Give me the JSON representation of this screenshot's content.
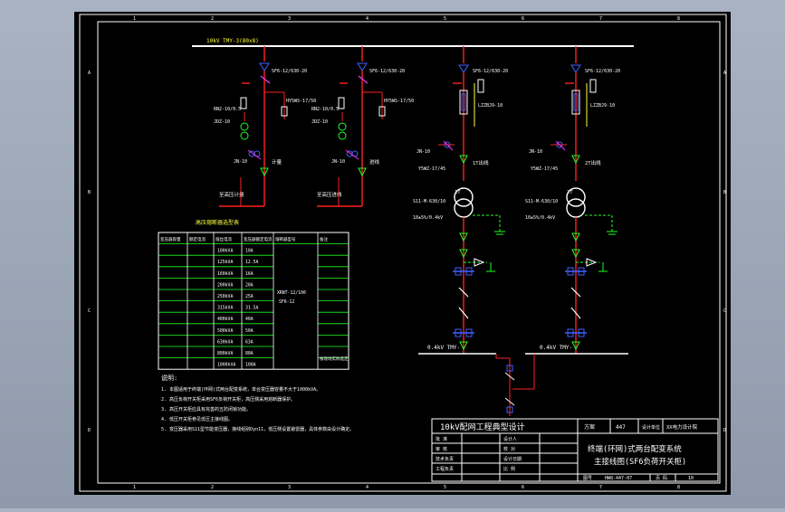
{
  "drawing": {
    "colors": {
      "background": "#000000",
      "frame": "#ffffff",
      "red": "#ff2020",
      "green": "#20ff20",
      "blue": "#4060ff",
      "magenta": "#ff30ff",
      "yellow": "#ffff40",
      "cyan": "#40ffff"
    },
    "zone_letters": [
      "A",
      "B",
      "C",
      "D"
    ],
    "zone_numbers": [
      "1",
      "2",
      "3",
      "4",
      "5",
      "6",
      "7",
      "8"
    ],
    "busbar_label": "10kV TMY-3(80x8)",
    "feeders": [
      {
        "switch_label": "SF6-12/630-20",
        "arrester_label": "HY5WS-17/50",
        "fuse_label": "RN2-10/0.5",
        "pt_label": "JDZ-10",
        "ground_label": "JN-10",
        "outgoing_label": "至高压计量",
        "end_label": "计量"
      },
      {
        "switch_label": "SF6-12/630-20",
        "arrester_label": "HY5WS-17/50",
        "fuse_label": "RN2-10/0.5",
        "pt_label": "JDZ-10",
        "ground_label": "JN-10",
        "outgoing_label": "至高压进线",
        "end_label": "进线"
      }
    ],
    "transformer_bays": [
      {
        "switch_label": "SF6-12/630-20",
        "ct_label": "LZZBJ9-10",
        "arrester_label": "Y5WZ-17/45",
        "ground_label": "JN-10",
        "feed_label": "1T出线",
        "transformer_name": "1T",
        "transformer_spec": "S11-M-630/10",
        "side_label": "10±5%/0.4kV",
        "lv_bus_label": "0.4kV TMY-"
      },
      {
        "switch_label": "SF6-12/630-20",
        "ct_label": "LZZBJ9-10",
        "arrester_label": "Y5WZ-17/45",
        "ground_label": "JN-10",
        "feed_label": "2T出线",
        "transformer_name": "2T",
        "transformer_spec": "S11-M-630/10",
        "side_label": "10±5%/0.4kV",
        "lv_bus_label": "0.4kV TMY-"
      }
    ],
    "fuse_table": {
      "title": "高压熔断器选型表",
      "headers": [
        "变压器容量",
        "额定电流",
        "熔丝电流",
        "变压器额定电流",
        "熔断器型号",
        "备注"
      ],
      "rows": [
        [
          "",
          "",
          "100kVA",
          "10A",
          "",
          ""
        ],
        [
          "",
          "",
          "125kVA",
          "12.5A",
          "",
          ""
        ],
        [
          "",
          "",
          "160kVA",
          "16A",
          "",
          ""
        ],
        [
          "",
          "",
          "200kVA",
          "20A",
          "",
          ""
        ],
        [
          "",
          "",
          "250kVA",
          "25A",
          "",
          ""
        ],
        [
          "",
          "",
          "315kVA",
          "31.5A",
          "",
          ""
        ],
        [
          "",
          "",
          "400kVA",
          "40A",
          "",
          ""
        ],
        [
          "",
          "",
          "500kVA",
          "50A",
          "",
          ""
        ],
        [
          "",
          "",
          "630kVA",
          "63A",
          "",
          ""
        ],
        [
          "",
          "",
          "800kVA",
          "80A",
          "",
          ""
        ],
        [
          "",
          "",
          "1000kVA",
          "100A",
          "",
          ""
        ]
      ],
      "merged_model": "XRNT-12/100",
      "merged_model_sub": "SF6-12",
      "remark": "按现场实际选定"
    },
    "notes_title": "说明:",
    "notes": [
      "1. 本图适用于终端(环网)式两台配变系统，单台变压器容量不大于1000kVA。",
      "2. 高压负荷开关柜采用SF6负荷开关柜，高压侧采用熔断器保护。",
      "3. 高压开关柜应具有完善的五防闭锁功能。",
      "4. 低压开关柜参见低压主接线图。",
      "5. 变压器采用S11型节能变压器，接线组别Dyn11，低压侧设置避雷器，具体参数由设计确定。"
    ],
    "title_block": {
      "project": "10kV配网工程典型设计",
      "stage_label": "方案",
      "stage_value": "447",
      "company": "XX电力设计院",
      "company_label": "设计单位",
      "drawing_title_line1": "终端(环网)式两台配变系统",
      "drawing_title_line2": "主接线图(SF6负荷开关柜)",
      "rows": [
        [
          "批 准",
          "",
          "设计人"
        ],
        [
          "审 核",
          "",
          "校 对"
        ],
        [
          "技术负责",
          "",
          "设计日期"
        ],
        [
          "工程负责",
          "",
          "比 例"
        ]
      ],
      "drawing_number_label": "图号",
      "drawing_number": "HW8-447-07",
      "sheet_label": "页 码",
      "sheet_value": "10"
    }
  }
}
